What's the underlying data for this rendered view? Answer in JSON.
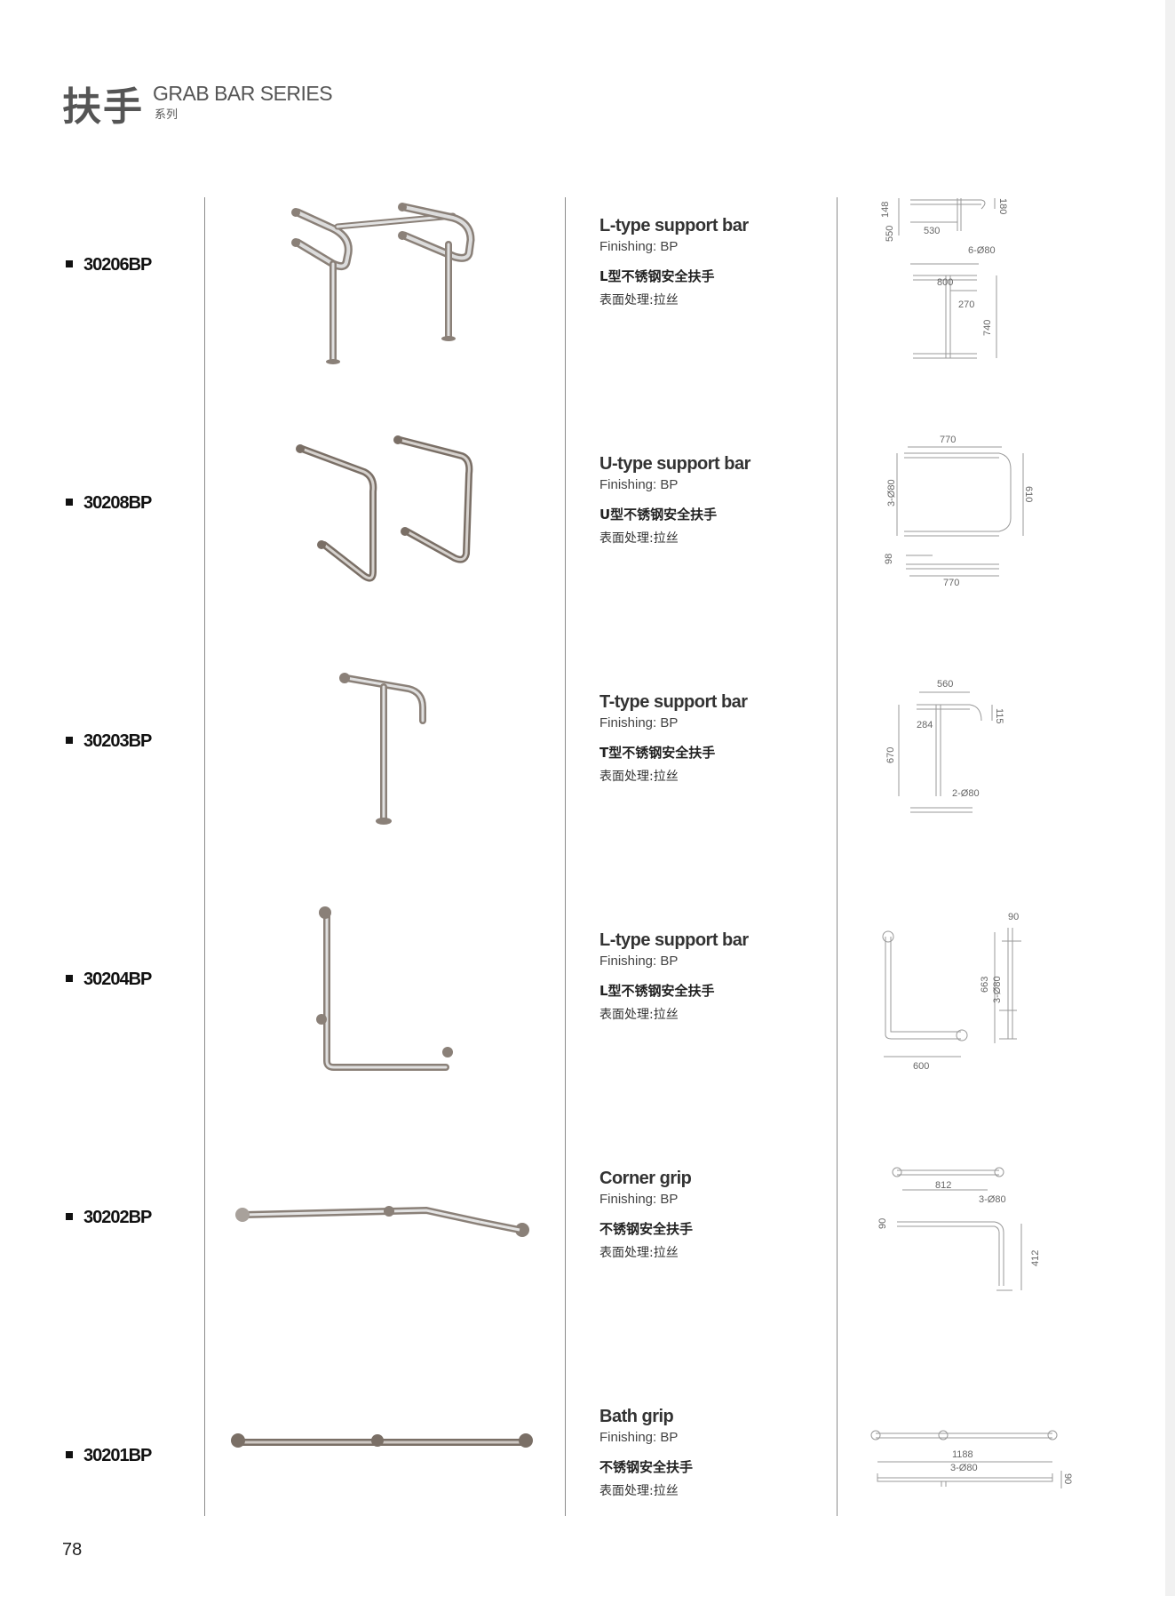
{
  "header": {
    "title_cn": "扶手",
    "title_en": "GRAB BAR SERIES",
    "title_sub": "系列"
  },
  "products": [
    {
      "code": "30206BP",
      "name": "L-type support bar",
      "finishing": "Finishing: BP",
      "name_cn": "L型不锈钢安全扶手",
      "finishing_cn": "表面处理:拉丝",
      "dims": {
        "d1": "148",
        "d2": "180",
        "d3": "550",
        "d4": "530",
        "d5": "6-Ø80",
        "d6": "800",
        "d7": "270",
        "d8": "740"
      }
    },
    {
      "code": "30208BP",
      "name": "U-type support bar",
      "finishing": "Finishing: BP",
      "name_cn": "U型不锈钢安全扶手",
      "finishing_cn": "表面处理:拉丝",
      "dims": {
        "d1": "770",
        "d2": "3-Ø80",
        "d3": "610",
        "d4": "98",
        "d5": "770"
      }
    },
    {
      "code": "30203BP",
      "name": "T-type support bar",
      "finishing": "Finishing: BP",
      "name_cn": "T型不锈钢安全扶手",
      "finishing_cn": "表面处理:拉丝",
      "dims": {
        "d1": "560",
        "d2": "115",
        "d3": "284",
        "d4": "670",
        "d5": "2-Ø80"
      }
    },
    {
      "code": "30204BP",
      "name": "L-type support bar",
      "finishing": "Finishing: BP",
      "name_cn": "L型不锈钢安全扶手",
      "finishing_cn": "表面处理:拉丝",
      "dims": {
        "d1": "90",
        "d2": "663",
        "d3": "3-Ø80",
        "d4": "600"
      }
    },
    {
      "code": "30202BP",
      "name": "Corner grip",
      "finishing": "Finishing: BP",
      "name_cn": "不锈钢安全扶手",
      "finishing_cn": "表面处理:拉丝",
      "dims": {
        "d1": "812",
        "d2": "3-Ø80",
        "d3": "90",
        "d4": "412"
      }
    },
    {
      "code": "30201BP",
      "name": "Bath grip",
      "finishing": "Finishing: BP",
      "name_cn": "不锈钢安全扶手",
      "finishing_cn": "表面处理:拉丝",
      "dims": {
        "d1": "1188",
        "d2": "3-Ø80",
        "d3": "90"
      }
    }
  ],
  "page_number": "78",
  "colors": {
    "steel_light": "#e6e6e6",
    "steel_dark": "#8a8078",
    "line": "#8c8c8c",
    "dim_line": "#9a9a9a"
  }
}
